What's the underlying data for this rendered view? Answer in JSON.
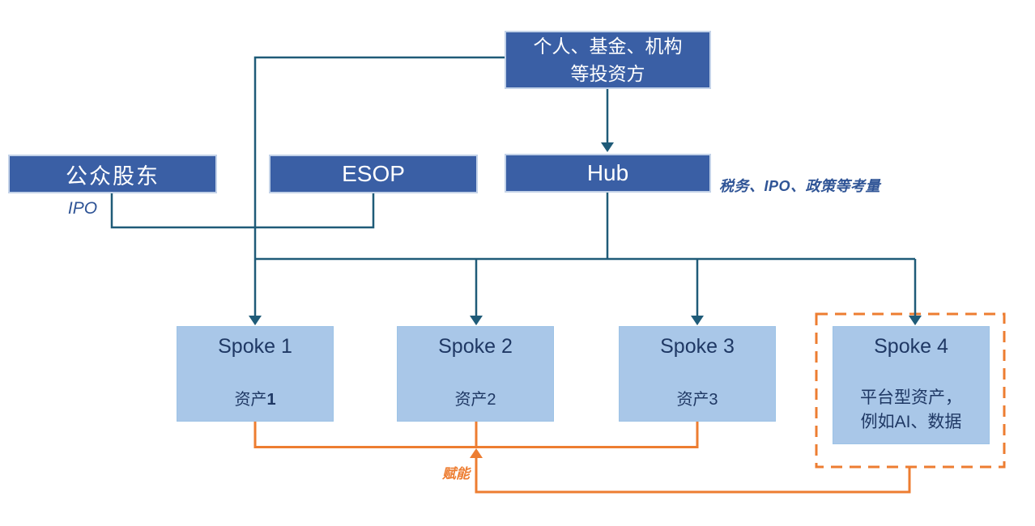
{
  "colors": {
    "dark_box_fill": "#3A5FA5",
    "dark_box_border": "#C3D2E8",
    "dark_box_text": "#FFFFFF",
    "spoke_fill": "#A9C7E8",
    "spoke_border": "#9DC3E6",
    "spoke_text": "#1F3864",
    "connector": "#1F5B78",
    "orange": "#ED7D31",
    "annotation_blue": "#2F5496"
  },
  "nodes": {
    "investors": {
      "line1": "个人、基金、机构",
      "line2": "等投资方"
    },
    "public_shareholders": {
      "label": "公众股东"
    },
    "esop": {
      "label": "ESOP"
    },
    "hub": {
      "label": "Hub"
    },
    "spoke1": {
      "title": "Spoke 1",
      "asset": "资产",
      "asset_num": "1"
    },
    "spoke2": {
      "title": "Spoke 2",
      "asset": "资产2"
    },
    "spoke3": {
      "title": "Spoke 3",
      "asset": "资产3"
    },
    "spoke4": {
      "title": "Spoke 4",
      "desc_line1": "平台型资产，",
      "desc_line2": "例如AI、数据"
    }
  },
  "annotations": {
    "ipo_label": "IPO",
    "hub_note": "税务、IPO、政策等考量",
    "empower_label": "赋能"
  }
}
